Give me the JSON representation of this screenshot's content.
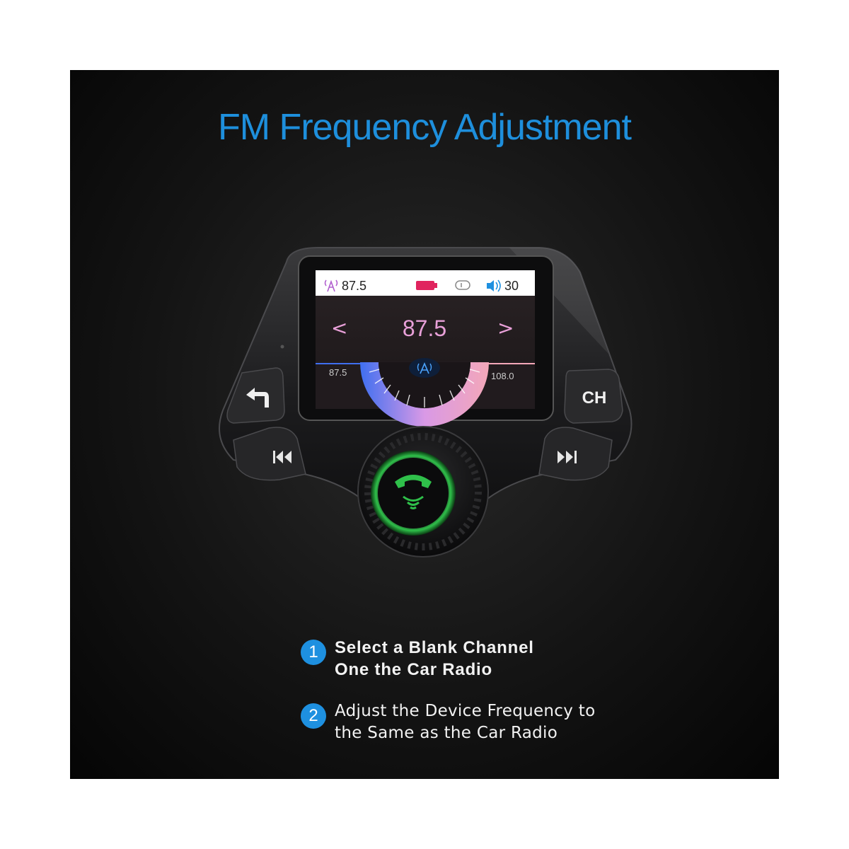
{
  "title": "FM Frequency Adjustment",
  "device": {
    "status_frequency": "87.5",
    "status_volume": "30",
    "main_frequency": "87.5",
    "prev_arrow": "<",
    "next_arrow": ">",
    "dial_min": "87.5",
    "dial_max": "108.0",
    "ch_button_label": "CH",
    "icons": [
      "antenna-icon",
      "battery-icon",
      "repeat-icon",
      "volume-icon",
      "back-arrow-icon",
      "previous-track-icon",
      "next-track-icon",
      "phone-icon"
    ]
  },
  "steps": [
    {
      "number": "1",
      "line1": "Select a Blank Channel",
      "line2": "One the Car Radio"
    },
    {
      "number": "2",
      "line1": "Adjust the Device Frequency to",
      "line2": "the Same as the Car Radio"
    }
  ],
  "colors": {
    "accent": "#1e8fdc",
    "phone_green": "#2fc04a",
    "frequency_pink": "#e8a0d8"
  }
}
